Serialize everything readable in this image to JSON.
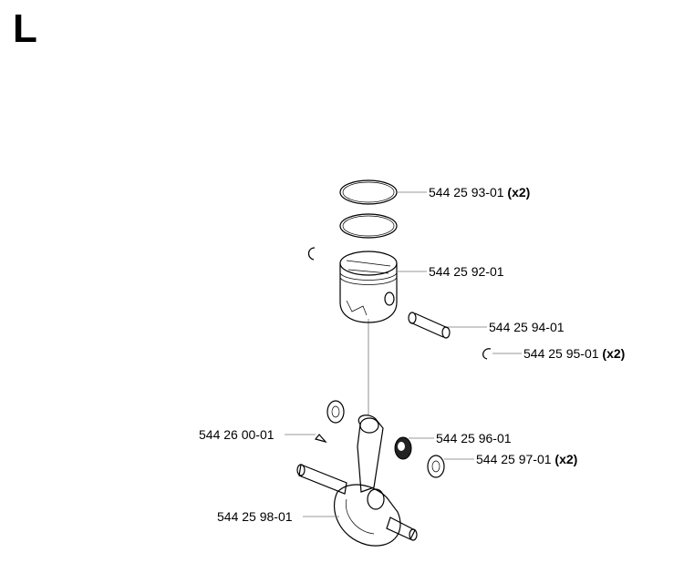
{
  "page": {
    "section_letter": "L"
  },
  "parts": [
    {
      "id": "piston-ring",
      "number": "544 25 93-01",
      "qty": "(x2)"
    },
    {
      "id": "piston",
      "number": "544 25 92-01",
      "qty": ""
    },
    {
      "id": "piston-pin",
      "number": "544 25 94-01",
      "qty": ""
    },
    {
      "id": "circlip",
      "number": "544 25 95-01",
      "qty": "(x2)"
    },
    {
      "id": "needle-bearing",
      "number": "544 25 96-01",
      "qty": ""
    },
    {
      "id": "thrust-washer",
      "number": "544 25 97-01",
      "qty": "(x2)"
    },
    {
      "id": "key",
      "number": "544 26 00-01",
      "qty": ""
    },
    {
      "id": "crankshaft",
      "number": "544 25 98-01",
      "qty": ""
    }
  ]
}
